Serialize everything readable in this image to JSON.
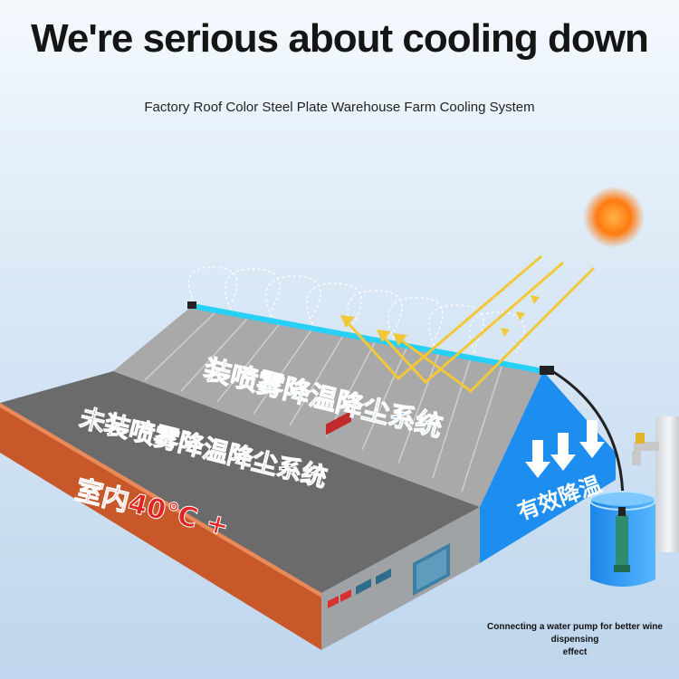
{
  "header": {
    "title": "We're serious about cooling down",
    "subtitle": "Factory Roof Color Steel Plate Warehouse Farm Cooling System"
  },
  "labels": {
    "roof_with_system": "装喷雾降温降尘系统",
    "roof_without_system": "未装喷雾降温降尘系统",
    "indoor_temp": "室内40℃ +",
    "effective_cooling": "有效降温"
  },
  "caption": {
    "line1": "Connecting a water pump for better wine dispensing",
    "line2": "effect"
  },
  "colors": {
    "sky_top": "#f4f9fd",
    "sky_bottom": "#bfd6ee",
    "roof_gray": "#a9a9a9",
    "roof_dark": "#6b6b6b",
    "wall_orange": "#c8582a",
    "gable_blue": "#1d8ef0",
    "pipe_cyan": "#26d0f7",
    "sun_orange": "#ff7a10",
    "sunray_yellow": "#f2c73a",
    "temp_red": "#e32222"
  },
  "icons": [
    "sun-icon",
    "spray-mist-icon",
    "down-arrow-icon",
    "water-tap-icon",
    "water-pump-icon",
    "water-bucket-icon"
  ]
}
